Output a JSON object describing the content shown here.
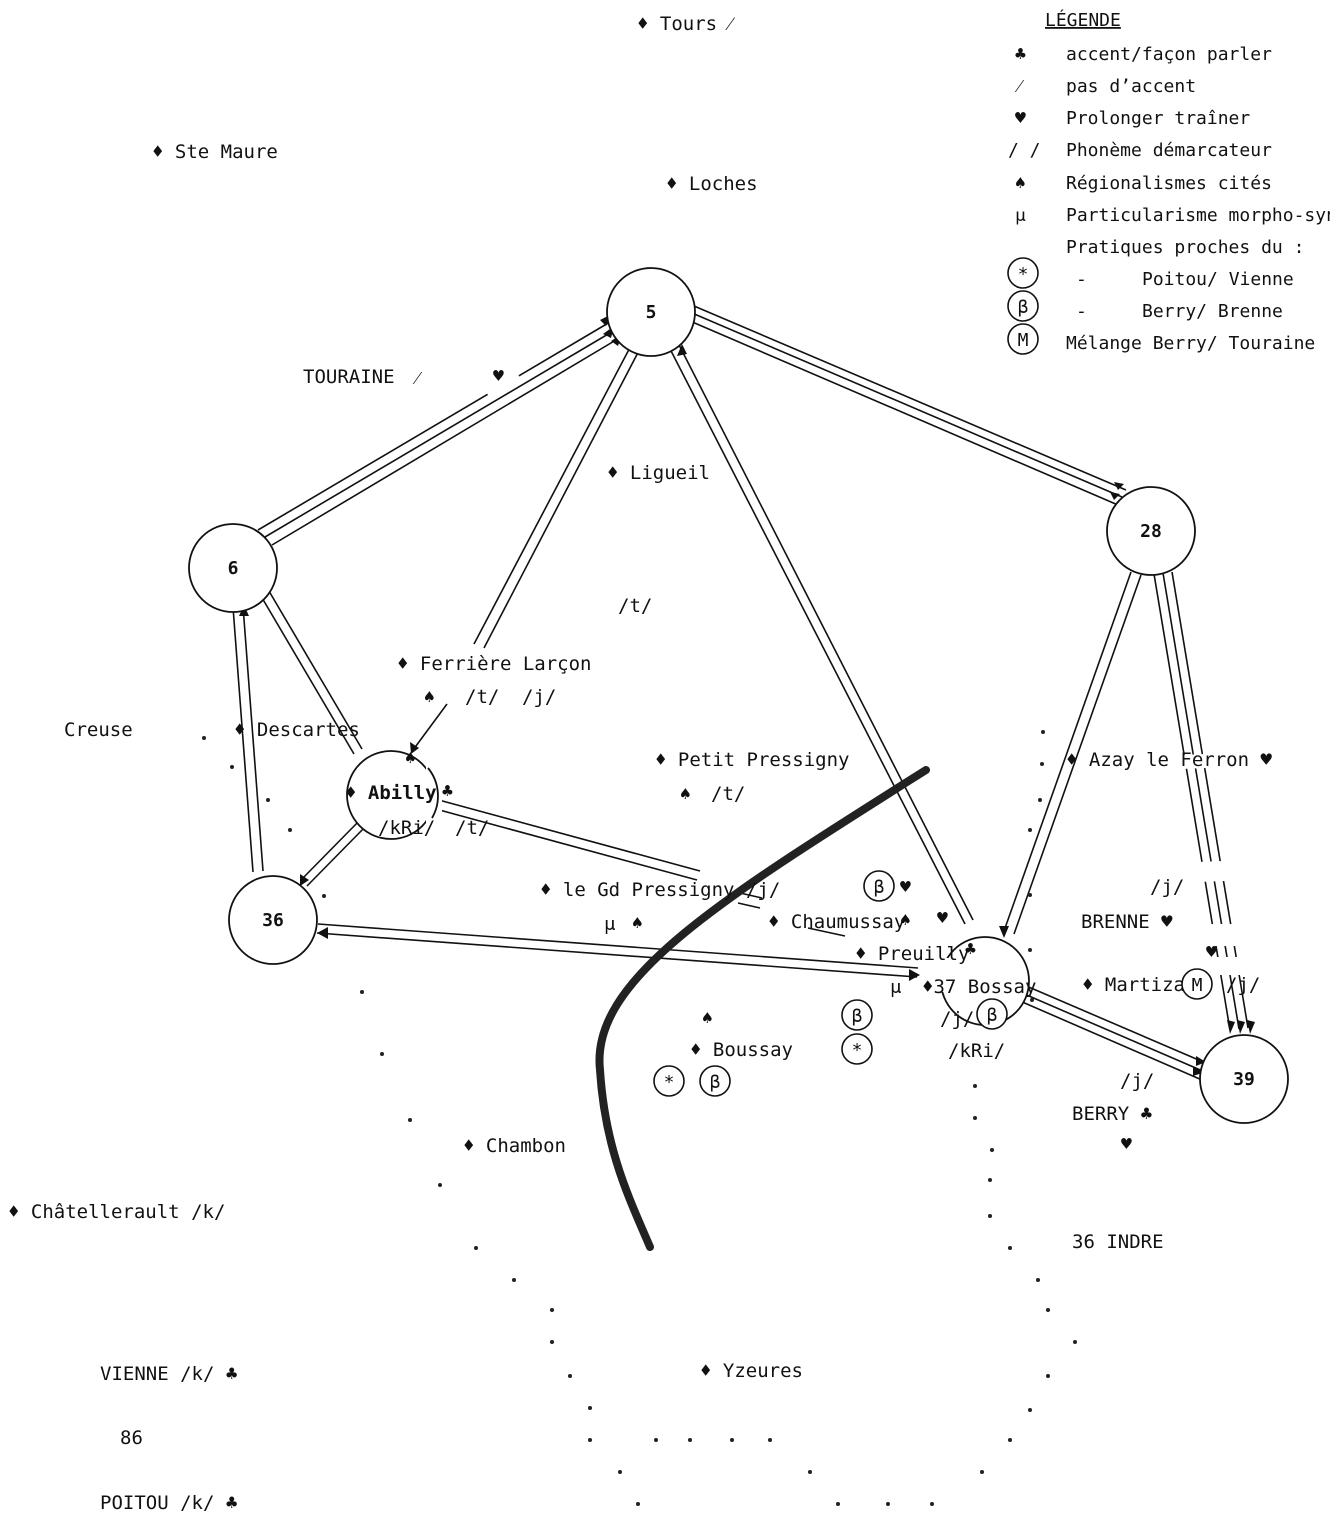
{
  "symbols": {
    "diamond": "♦",
    "club": "♣",
    "spade": "♠",
    "heart": "♥",
    "no_accent": "⁄"
  },
  "legend": {
    "title": "LÉGENDE",
    "items": [
      {
        "symbol": "♣",
        "text": "accent/façon parler"
      },
      {
        "symbol": "⁄",
        "text": "pas d’accent"
      },
      {
        "symbol": "♥",
        "text": "Prolonger traîner"
      },
      {
        "symbol": "/ /",
        "text": "Phonème démarcateur"
      },
      {
        "symbol": "♠",
        "text": "Régionalismes cités"
      },
      {
        "symbol": "μ",
        "text": "Particularisme morpho-synt."
      },
      {
        "symbol": "",
        "text": "Pratiques proches du :"
      },
      {
        "symbol": "*",
        "dash": "-",
        "text": "Poitou/ Vienne"
      },
      {
        "symbol": "β",
        "dash": "-",
        "text": "Berry/ Brenne"
      },
      {
        "symbol": "M",
        "dash": "",
        "text": "Mélange Berry/ Touraine"
      }
    ]
  },
  "nodes": [
    {
      "id": "5",
      "label": "5"
    },
    {
      "id": "6",
      "label": "6"
    },
    {
      "id": "28",
      "label": "28"
    },
    {
      "id": "36",
      "label": "36"
    },
    {
      "id": "39",
      "label": "39"
    }
  ],
  "places": {
    "tours": "Tours",
    "ste_maure": "Ste Maure",
    "loches": "Loches",
    "ligueil": "Ligueil",
    "ferriere": "Ferrière Larçon",
    "descartes": "Descartes",
    "abilly": "Abilly",
    "petit_pressigny": "Petit Pressigny",
    "grand_pressigny": "le Gd Pressigny",
    "chaumussay": "Chaumussay",
    "preuilly": "Preuilly",
    "bossay": "37 Bossay",
    "boussay": "Boussay",
    "chambon": "Chambon",
    "chatellerault": "Châtellerault",
    "yzeures": "Yzeures",
    "azay": "Azay le Ferron",
    "martizay": "Martizay"
  },
  "regions": {
    "touraine": "TOURAINE",
    "creuse": "Creuse",
    "brenne": "BRENNE",
    "berry": "BERRY",
    "indre": "36 INDRE",
    "vienne": "VIENNE",
    "vienne_num": "86",
    "poitou": "POITOU"
  },
  "phonemes": {
    "t": "/t/",
    "j": "/j/",
    "k": "/k/",
    "kri": "/kRi/"
  },
  "marks": {
    "mu": "μ",
    "poitou": "*",
    "berry": "β",
    "melange": "M"
  }
}
